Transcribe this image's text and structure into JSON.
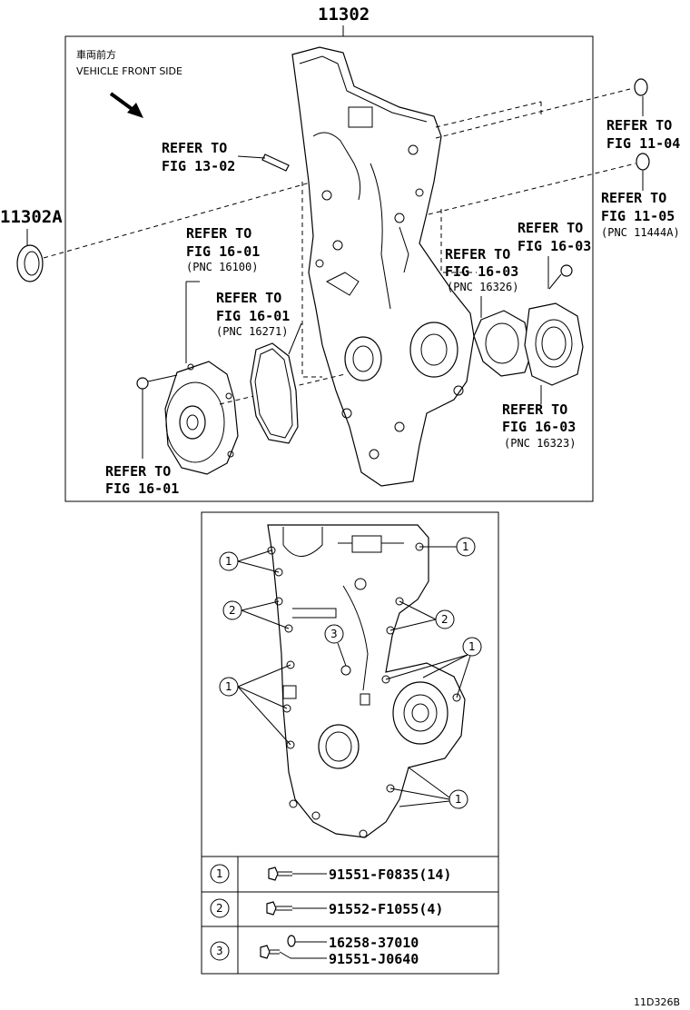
{
  "diagram": {
    "main_part_number": "11302",
    "seal_part_number": "11302A",
    "front_side_jp": "車両前方",
    "front_side_en": "VEHICLE FRONT SIDE",
    "drawing_code": "11D326B"
  },
  "callouts": [
    {
      "id": "fig1302",
      "line1": "REFER TO",
      "line2": "FIG 13-02",
      "pnc": ""
    },
    {
      "id": "fig1104",
      "line1": "REFER TO",
      "line2": "FIG 11-04",
      "pnc": ""
    },
    {
      "id": "fig1105",
      "line1": "REFER TO",
      "line2": "FIG 11-05",
      "pnc": "(PNC 11444A)"
    },
    {
      "id": "fig1601a",
      "line1": "REFER TO",
      "line2": "FIG 16-01",
      "pnc": "(PNC 16100)"
    },
    {
      "id": "fig1601b",
      "line1": "REFER TO",
      "line2": "FIG 16-01",
      "pnc": "(PNC 16271)"
    },
    {
      "id": "fig1603a",
      "line1": "REFER TO",
      "line2": "FIG 16-03",
      "pnc": ""
    },
    {
      "id": "fig1603b",
      "line1": "REFER TO",
      "line2": "FIG 16-03",
      "pnc": "(PNC 16326)"
    },
    {
      "id": "fig1603c",
      "line1": "REFER TO",
      "line2": "FIG 16-03",
      "pnc": "(PNC 16323)"
    },
    {
      "id": "fig1601c",
      "line1": "REFER TO",
      "line2": "FIG 16-01",
      "pnc": ""
    }
  ],
  "bolt_markers": [
    "1",
    "2",
    "3"
  ],
  "legend_table": [
    {
      "marker": "1",
      "parts": [
        "91551-F0835(14)"
      ]
    },
    {
      "marker": "2",
      "parts": [
        "91552-F1055(4)"
      ]
    },
    {
      "marker": "3",
      "parts": [
        "16258-37010",
        "91551-J0640"
      ]
    }
  ]
}
